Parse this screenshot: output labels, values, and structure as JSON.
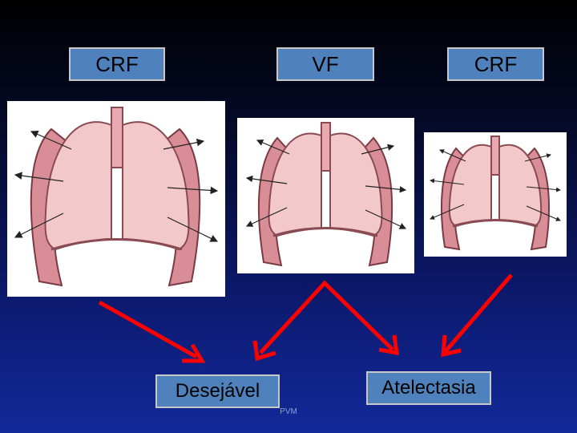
{
  "labels": {
    "top_left": "CRF",
    "top_center": "VF",
    "top_right": "CRF",
    "bottom_left": "Desejável",
    "bottom_right": "Atelectasia"
  },
  "footer": "PVM",
  "colors": {
    "label_fill": "#4f81bd",
    "arrow_red": "#ff0000",
    "lung_fill": "#f2c8cb",
    "pleura": "#c0707a"
  }
}
